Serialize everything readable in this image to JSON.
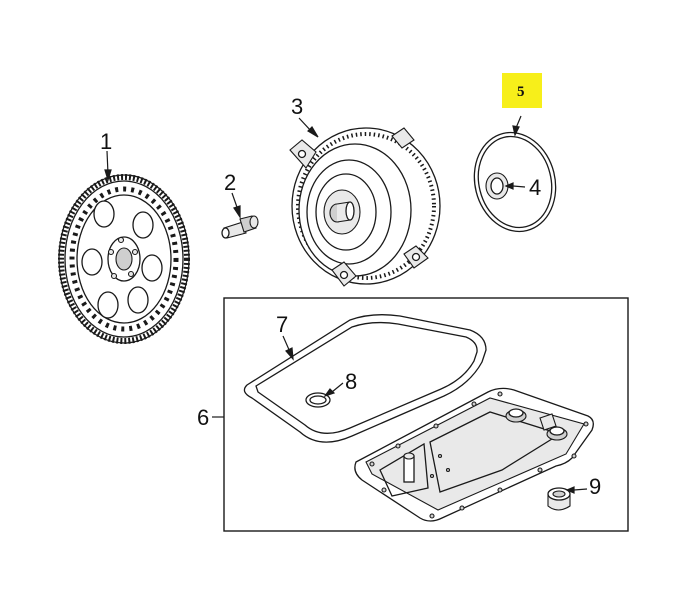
{
  "diagram": {
    "highlight_color": "#f7ef1a",
    "callouts": [
      {
        "id": "1",
        "label": "1"
      },
      {
        "id": "2",
        "label": "2"
      },
      {
        "id": "3",
        "label": "3"
      },
      {
        "id": "4",
        "label": "4"
      },
      {
        "id": "5",
        "label": "5",
        "highlighted": true
      },
      {
        "id": "6",
        "label": "6"
      },
      {
        "id": "7",
        "label": "7"
      },
      {
        "id": "8",
        "label": "8"
      },
      {
        "id": "9",
        "label": "9"
      }
    ],
    "parts": [
      {
        "callout": "1",
        "icon": "flexplate-icon"
      },
      {
        "callout": "2",
        "icon": "bolt-icon"
      },
      {
        "callout": "3",
        "icon": "torque-converter-icon"
      },
      {
        "callout": "4",
        "icon": "seal-icon"
      },
      {
        "callout": "5",
        "icon": "cover-plate-icon"
      },
      {
        "callout": "6",
        "icon": "oil-pan-kit-group"
      },
      {
        "callout": "7",
        "icon": "pan-gasket-icon"
      },
      {
        "callout": "8",
        "icon": "o-ring-icon"
      },
      {
        "callout": "9",
        "icon": "drain-plug-icon"
      }
    ]
  }
}
